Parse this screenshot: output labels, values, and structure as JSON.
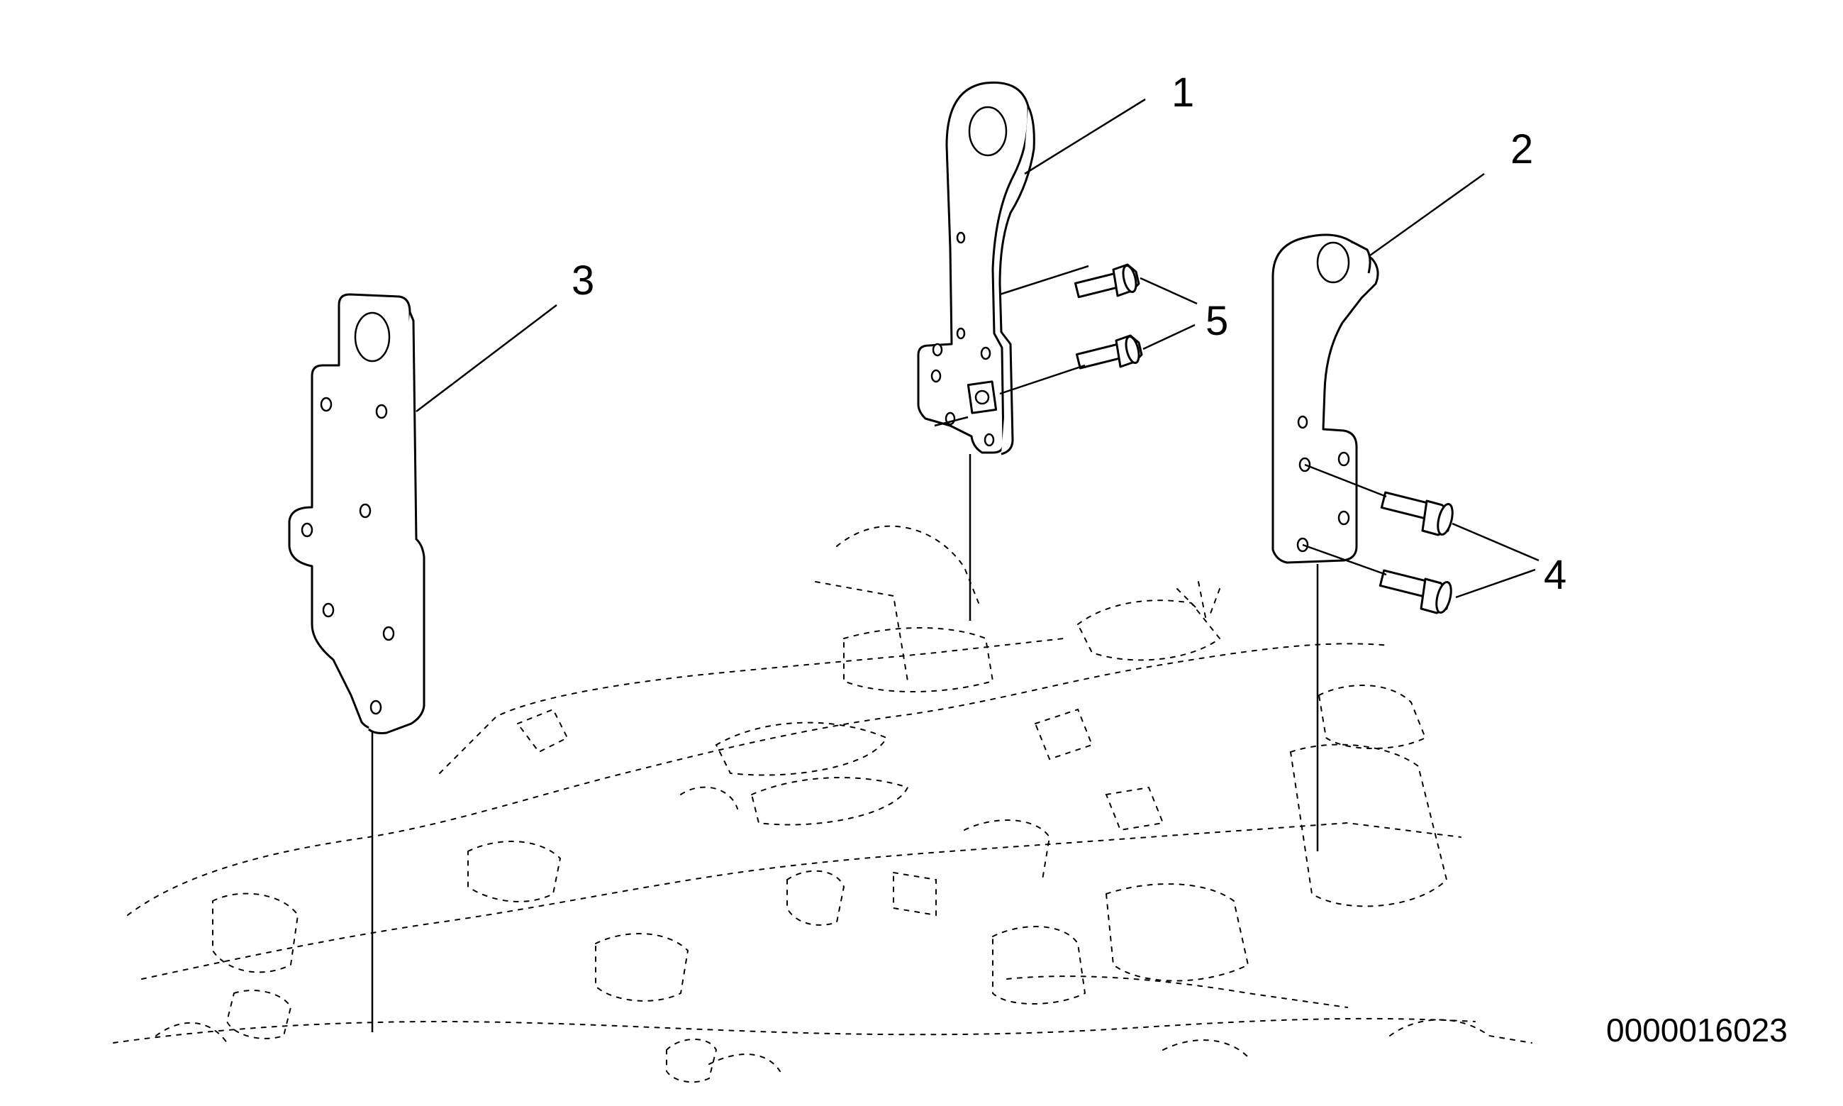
{
  "callouts": {
    "c1": "1",
    "c2": "2",
    "c3": "3",
    "c4": "4",
    "c5": "5"
  },
  "drawing_number": "0000016023"
}
